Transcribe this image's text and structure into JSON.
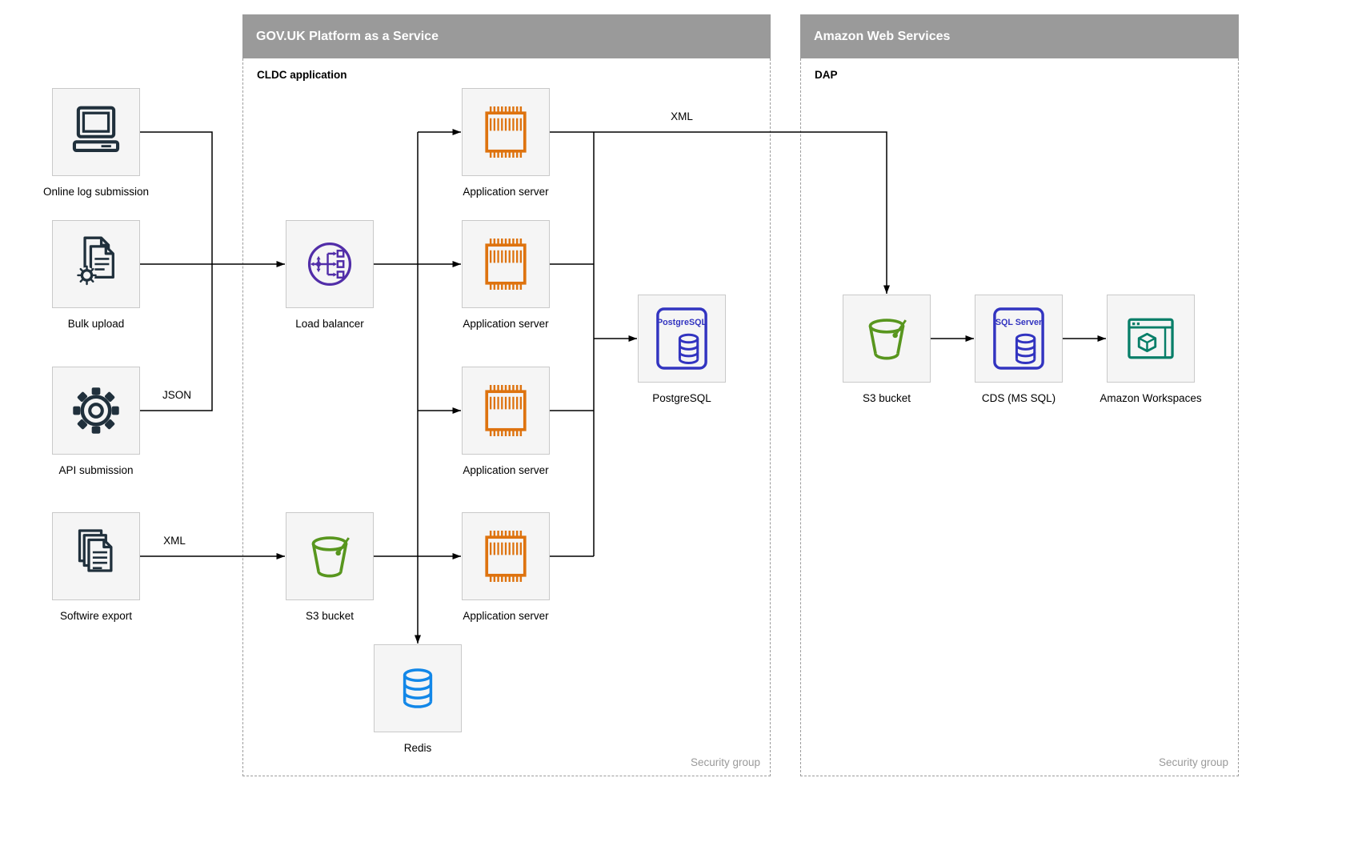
{
  "containers": {
    "paas": {
      "title": "GOV.UK Platform as a Service",
      "sublabel": "CLDC application",
      "footer": "Security group"
    },
    "aws": {
      "title": "Amazon Web Services",
      "sublabel": "DAP",
      "footer": "Security group"
    }
  },
  "nodes": {
    "online_log": {
      "label": "Online log submission",
      "icon": "computer-icon"
    },
    "bulk_upload": {
      "label": "Bulk upload",
      "icon": "documents-gear-icon"
    },
    "api_submission": {
      "label": "API submission",
      "icon": "gear-icon"
    },
    "softwire_export": {
      "label": "Softwire export",
      "icon": "documents-stack-icon"
    },
    "load_balancer": {
      "label": "Load balancer",
      "icon": "load-balancer-icon"
    },
    "app_server_1": {
      "label": "Application server",
      "icon": "chip-icon"
    },
    "app_server_2": {
      "label": "Application server",
      "icon": "chip-icon"
    },
    "app_server_3": {
      "label": "Application server",
      "icon": "chip-icon"
    },
    "app_server_4": {
      "label": "Application server",
      "icon": "chip-icon"
    },
    "postgresql": {
      "label": "PostgreSQL",
      "icon_text": "PostgreSQL",
      "icon": "postgresql-icon"
    },
    "s3_bucket_paas": {
      "label": "S3 bucket",
      "icon": "s3-bucket-icon"
    },
    "redis": {
      "label": "Redis",
      "icon": "redis-database-icon"
    },
    "s3_bucket_aws": {
      "label": "S3 bucket",
      "icon": "s3-bucket-icon"
    },
    "cds": {
      "label": "CDS (MS SQL)",
      "icon_text": "SQL Server",
      "icon": "sql-server-icon"
    },
    "workspaces": {
      "label": "Amazon Workspaces",
      "icon": "workspaces-icon"
    }
  },
  "edge_labels": {
    "json": "JSON",
    "xml_softwire": "XML",
    "xml_to_aws": "XML"
  },
  "colors": {
    "header_bg": "#9a9a9a",
    "node_bg": "#f5f5f5",
    "node_border": "#c9c9c9",
    "dashed_border": "#9c9c9c",
    "dark": "#20303c",
    "purple": "#512da8",
    "orange": "#de730f",
    "blue": "#3234c0",
    "green": "#58961e",
    "light_blue": "#1287e8",
    "teal": "#077e68",
    "connector": "#000000"
  }
}
